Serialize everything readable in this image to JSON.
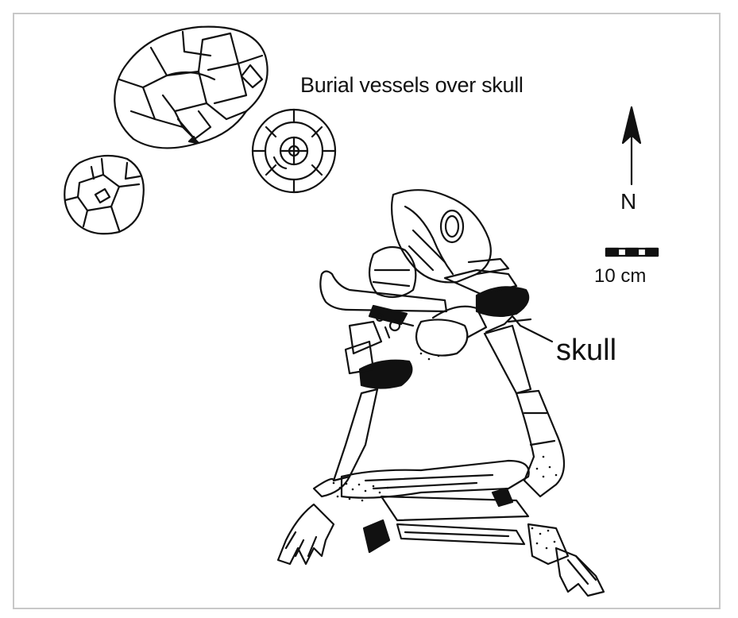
{
  "figure": {
    "title_label": "Burial vessels over skull",
    "north_label": "N",
    "scale_label": "10 cm",
    "skull_label": "skull"
  },
  "colors": {
    "ink": "#111111",
    "frame": "#c8c8c8",
    "paper": "#ffffff"
  }
}
